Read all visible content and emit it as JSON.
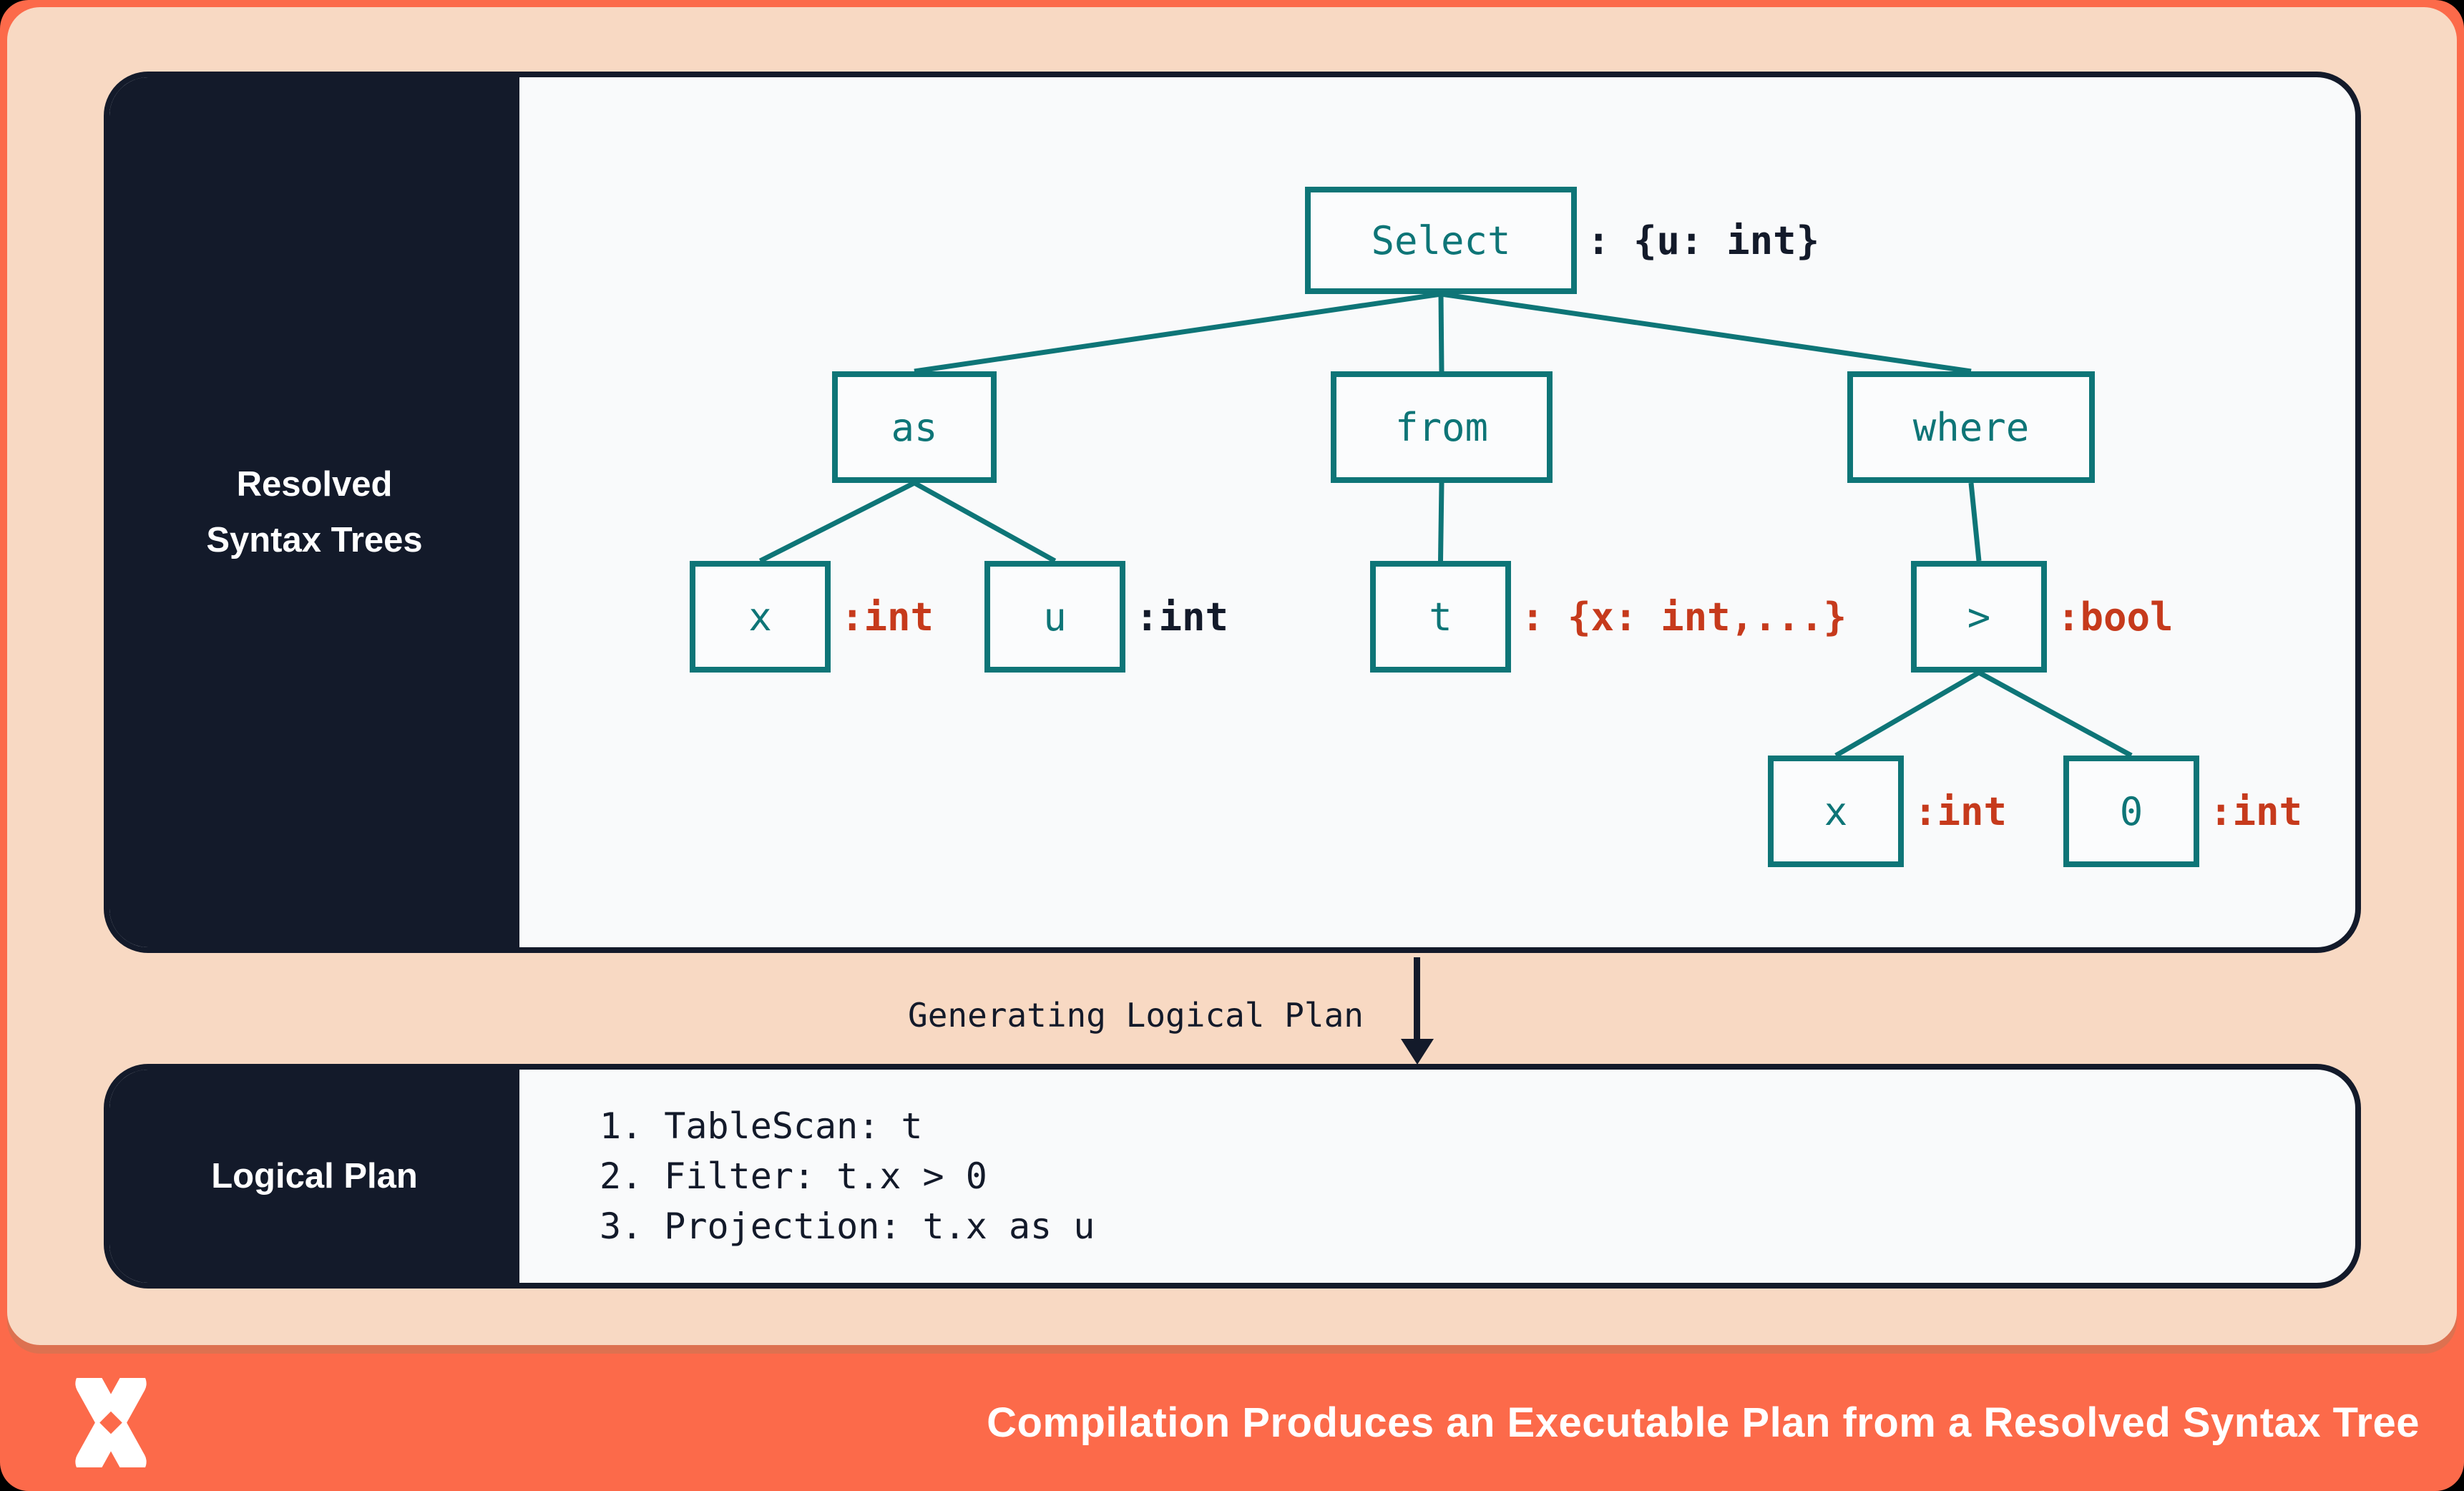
{
  "palette": {
    "orange": "#fc6a4a",
    "orange_shade": "#dd7150",
    "peach": "#f8d9c3",
    "navy": "#131a2a",
    "panel_bg": "#f9fafb",
    "teal": "#0e7577",
    "rust": "#c63a1c",
    "white": "#ffffff"
  },
  "resolved_panel": {
    "sidebar_label_line1": "Resolved",
    "sidebar_label_line2": "Syntax Trees"
  },
  "tree": {
    "nodes": [
      {
        "id": "select",
        "label": "Select",
        "annotation": ": {u: int}",
        "annotation_tone": "ink",
        "parent": null
      },
      {
        "id": "as",
        "label": "as",
        "annotation": "",
        "annotation_tone": "",
        "parent": "select"
      },
      {
        "id": "from",
        "label": "from",
        "annotation": "",
        "annotation_tone": "",
        "parent": "select"
      },
      {
        "id": "where",
        "label": "where",
        "annotation": "",
        "annotation_tone": "",
        "parent": "select"
      },
      {
        "id": "x1",
        "label": "x",
        "annotation": ":int",
        "annotation_tone": "rust",
        "parent": "as"
      },
      {
        "id": "u",
        "label": "u",
        "annotation": ":int",
        "annotation_tone": "ink",
        "parent": "as"
      },
      {
        "id": "t",
        "label": "t",
        "annotation": ": {x: int,...}",
        "annotation_tone": "rust",
        "parent": "from"
      },
      {
        "id": "gt",
        "label": ">",
        "annotation": ":bool",
        "annotation_tone": "rust",
        "parent": "where"
      },
      {
        "id": "x2",
        "label": "x",
        "annotation": ":int",
        "annotation_tone": "rust",
        "parent": "gt"
      },
      {
        "id": "zero",
        "label": "0",
        "annotation": ":int",
        "annotation_tone": "rust",
        "parent": "gt"
      }
    ]
  },
  "transition": {
    "label": "Generating Logical Plan"
  },
  "logical_plan": {
    "sidebar_label": "Logical Plan",
    "steps": [
      "1. TableScan: t",
      "2. Filter: t.x > 0",
      "3. Projection: t.x as u"
    ]
  },
  "footer": {
    "logo_icon": "x-mark-logo",
    "title": "Compilation Produces an Executable Plan from a Resolved Syntax Tree"
  }
}
